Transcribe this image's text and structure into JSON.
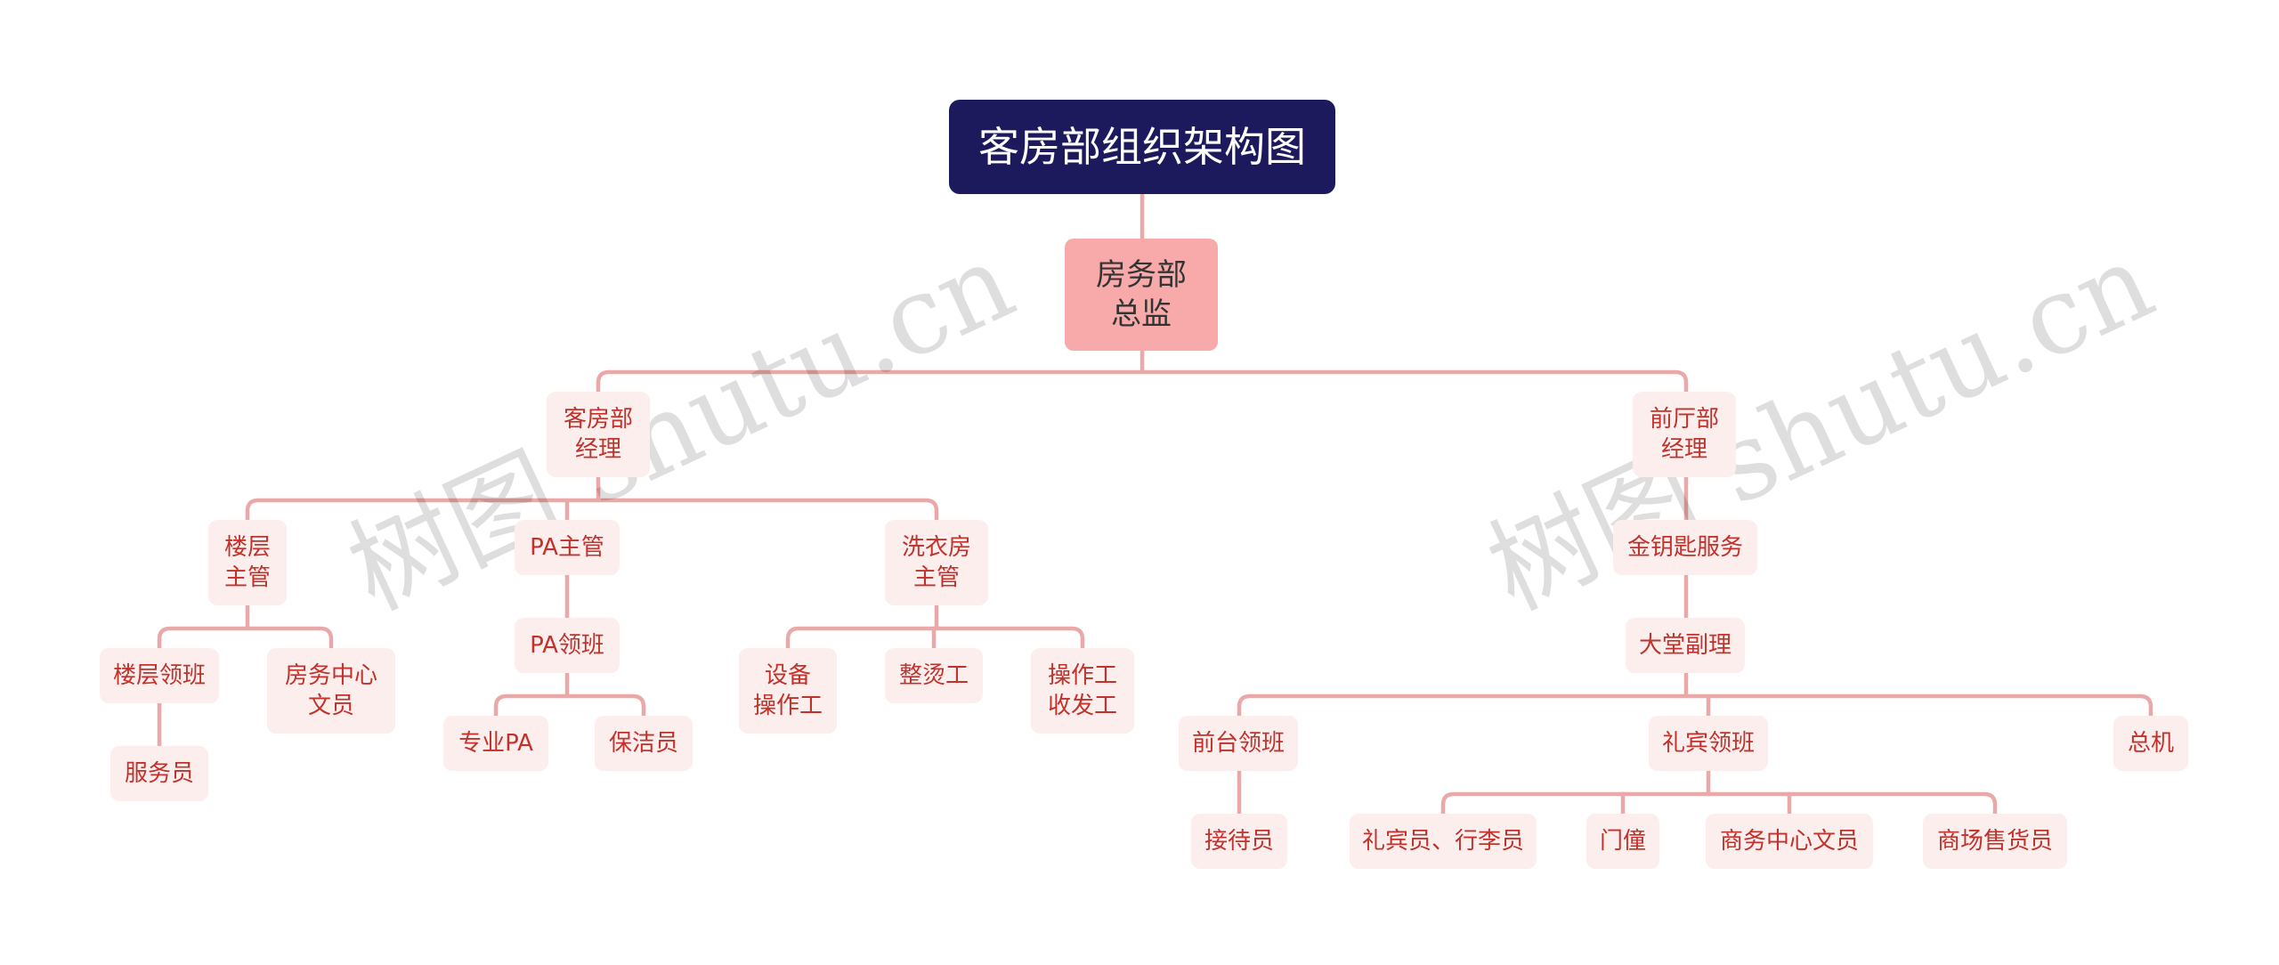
{
  "title": "客房部组织架构图",
  "watermark": "树图 shutu.cn",
  "colors": {
    "root_bg": "#1c1a5c",
    "director_bg": "#f8a9a9",
    "node_bg": "#fdeeee",
    "node_text": "#c0322b",
    "connector": "#eba8a8"
  },
  "nodes": {
    "director": [
      "房务部",
      "总监"
    ],
    "housekeeping_manager": [
      "客房部",
      "经理"
    ],
    "floor_supervisor": [
      "楼层",
      "主管"
    ],
    "floor_leader": [
      "楼层领班"
    ],
    "attendant": [
      "服务员"
    ],
    "room_center_clerk": [
      "房务中心",
      "文员"
    ],
    "pa_supervisor": [
      "PA主管"
    ],
    "pa_leader": [
      "PA领班"
    ],
    "pro_pa": [
      "专业PA"
    ],
    "cleaner": [
      "保洁员"
    ],
    "laundry_supervisor": [
      "洗衣房",
      "主管"
    ],
    "equipment_operator": [
      "设备",
      "操作工"
    ],
    "ironing_worker": [
      "整烫工"
    ],
    "operator_dispatch": [
      "操作工",
      "收发工"
    ],
    "front_office_manager": [
      "前厅部",
      "经理"
    ],
    "golden_key": [
      "金钥匙服务"
    ],
    "lobby_manager": [
      "大堂副理"
    ],
    "front_desk_leader": [
      "前台领班"
    ],
    "receptionist": [
      "接待员"
    ],
    "concierge_leader": [
      "礼宾领班"
    ],
    "bellman": [
      "礼宾员、行李员"
    ],
    "doorman": [
      "门僮"
    ],
    "business_center_clerk": [
      "商务中心文员"
    ],
    "shop_clerk": [
      "商场售货员"
    ],
    "operator": [
      "总机"
    ]
  }
}
